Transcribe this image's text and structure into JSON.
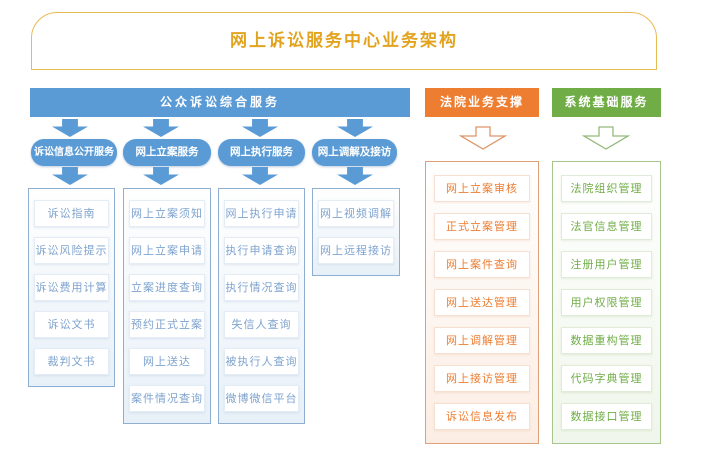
{
  "title": "网上诉讼服务中心业务架构",
  "colors": {
    "accent_gold": "#E2A41E",
    "blue": "#5B9BD5",
    "orange": "#ED7D31",
    "green": "#70AD47"
  },
  "sections": {
    "public": {
      "header": "公众诉讼综合服务",
      "groups": [
        {
          "label": "诉讼信息公开服务",
          "items": [
            "诉讼指南",
            "诉讼风险提示",
            "诉讼费用计算",
            "诉讼文书",
            "裁判文书"
          ]
        },
        {
          "label": "网上立案服务",
          "items": [
            "网上立案须知",
            "网上立案申请",
            "立案进度查询",
            "预约正式立案",
            "网上送达",
            "案件情况查询"
          ]
        },
        {
          "label": "网上执行服务",
          "items": [
            "网上执行申请",
            "执行申请查询",
            "执行情况查询",
            "失信人查询",
            "被执行人查询",
            "微博微信平台"
          ]
        },
        {
          "label": "网上调解及接访",
          "items": [
            "网上视频调解",
            "网上远程接访"
          ]
        }
      ]
    },
    "court": {
      "header": "法院业务支撑",
      "items": [
        "网上立案审核",
        "正式立案管理",
        "网上案件查询",
        "网上送达管理",
        "网上调解管理",
        "网上接访管理",
        "诉讼信息发布"
      ]
    },
    "system": {
      "header": "系统基础服务",
      "items": [
        "法院组织管理",
        "法官信息管理",
        "注册用户管理",
        "用户权限管理",
        "数据重构管理",
        "代码字典管理",
        "数据接口管理"
      ]
    }
  }
}
